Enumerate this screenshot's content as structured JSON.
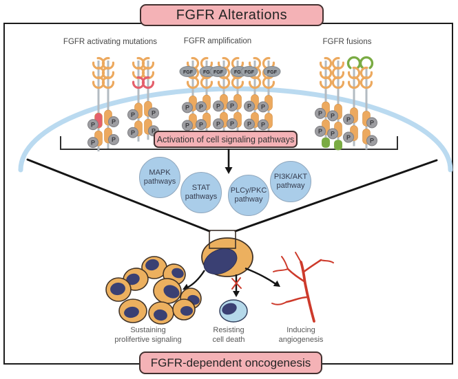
{
  "title": {
    "text": "FGFR Alterations"
  },
  "footer": {
    "text": "FGFR-dependent oncogenesis"
  },
  "sections": [
    {
      "id": "mutations",
      "label": "FGFR activating mutations"
    },
    {
      "id": "amplification",
      "label": "FGFR amplification"
    },
    {
      "id": "fusions",
      "label": "FGFR fusions"
    }
  ],
  "membrane": {
    "annotation": "Activation of cell signaling pathways"
  },
  "receptor_glyphs": {
    "ligand_label": "FGF",
    "phospho_label": "P"
  },
  "pathways": [
    {
      "line1": "MAPK",
      "line2": "pathways"
    },
    {
      "line1": "STAT",
      "line2": "pathways"
    },
    {
      "line1": "PLCy/PKC",
      "line2": "pathway"
    },
    {
      "line1": "PI3K/AKT",
      "line2": "pathway"
    }
  ],
  "outcomes": [
    {
      "line1": "Sustaining",
      "line2": "prolifertive signaling"
    },
    {
      "line1": "Resisting",
      "line2": "cell death"
    },
    {
      "line1": "Inducing",
      "line2": "angiogenesis"
    }
  ],
  "colors": {
    "box_pink": "#f4b2b6",
    "box_border": "#42302f",
    "membrane_blue": "#badaf0",
    "pathway_blue": "#aacde9",
    "receptor_orange": "#eca95f",
    "mutation_red": "#e4606c",
    "fusion_green": "#7aab43",
    "phospho_gray": "#9d9da1",
    "stem_gray": "#b3bbc2",
    "cell_orange": "#ecb05f",
    "nucleus_navy": "#3a4073",
    "cell_blue": "#b5d9ea",
    "vessel_red": "#cd3a2b",
    "line_black": "#151515"
  }
}
